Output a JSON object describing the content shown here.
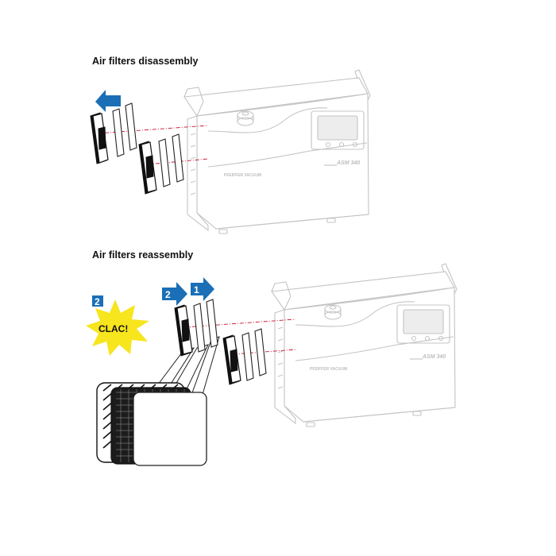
{
  "sections": [
    {
      "title": "Air filters disassembly"
    },
    {
      "title": "Air filters reassembly"
    }
  ],
  "machine": {
    "brand": "PFEIFFER VACUUM",
    "model": "ASM 340"
  },
  "reassembly": {
    "step_badges": [
      "2",
      "1"
    ],
    "side_badge": "2",
    "click_sound": "CLAC!"
  },
  "colors": {
    "arrow_blue": "#1a6fb6",
    "burst_yellow": "#f7e51e",
    "guide_red": "#c8102e",
    "machine_outline": "#c4c4c4"
  },
  "icons": [
    "arrow-left-icon",
    "arrow-right-icon",
    "starburst-icon"
  ]
}
